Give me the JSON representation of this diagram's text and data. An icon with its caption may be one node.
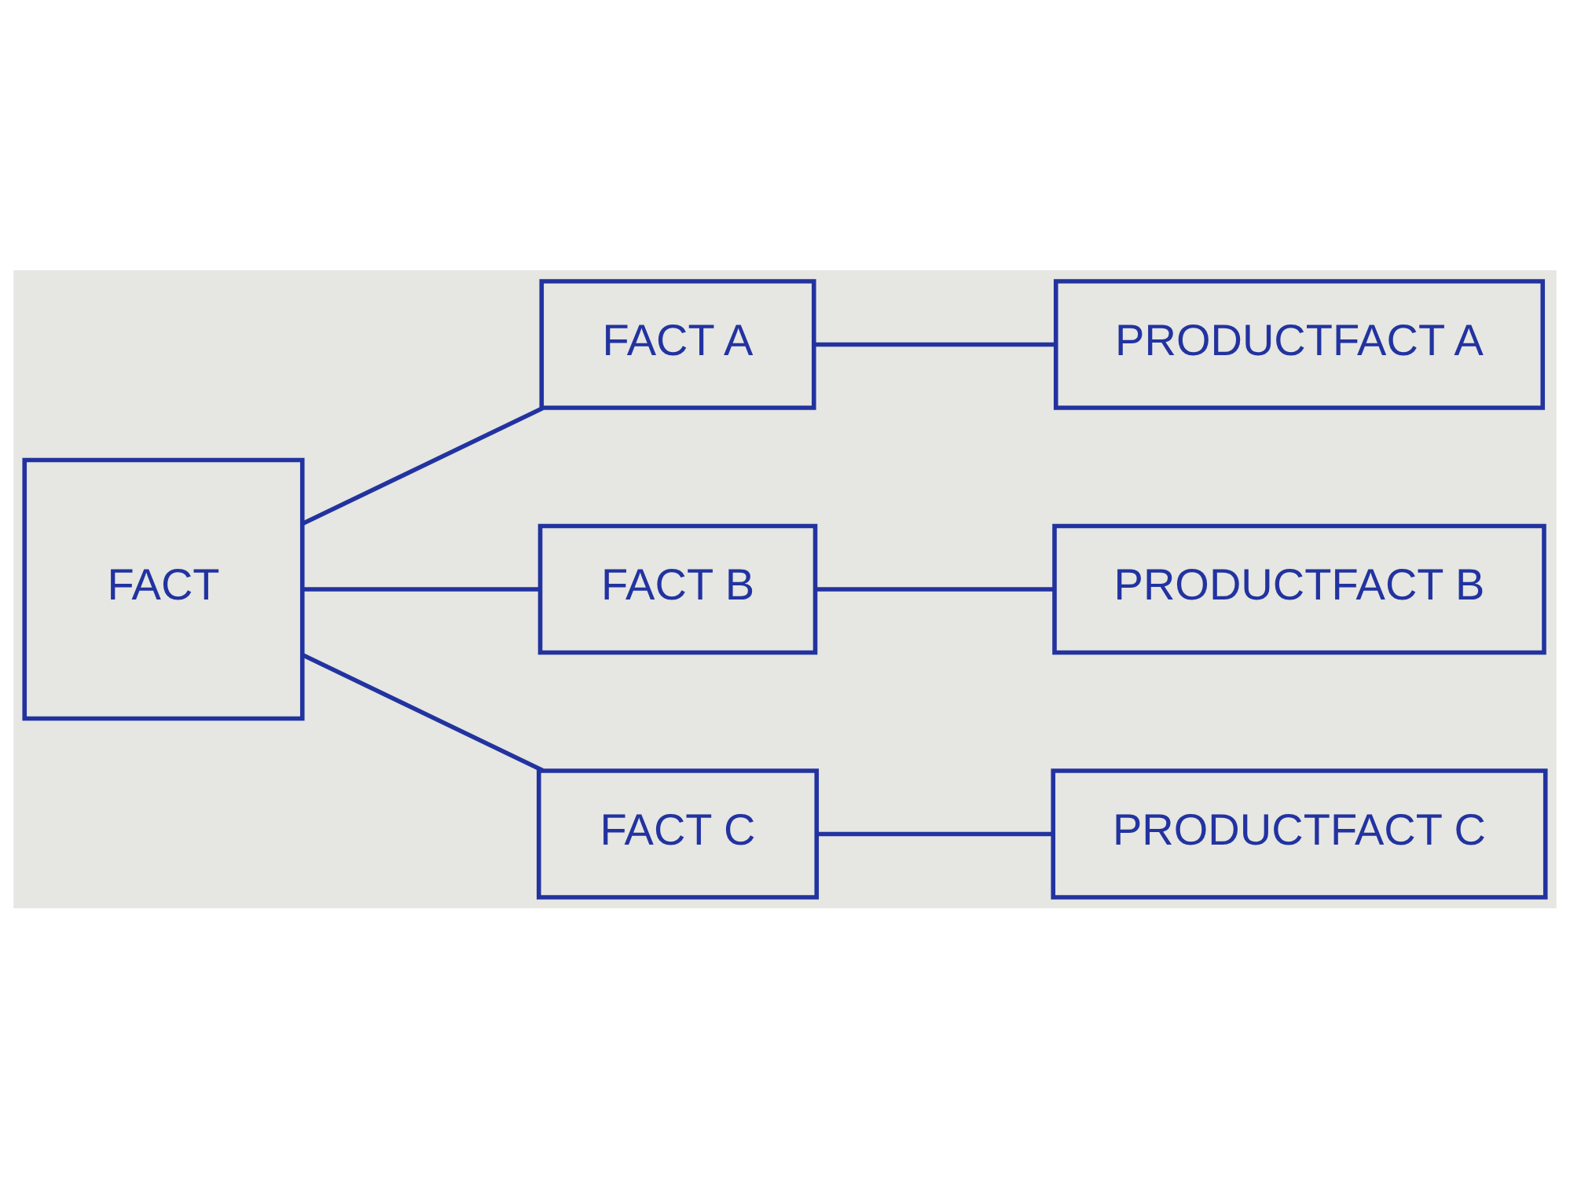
{
  "diagram": {
    "nodes": [
      {
        "text": [
          "FACT"
        ]
      },
      {
        "text": [
          "FACT A"
        ]
      },
      {
        "text": [
          "FACT B"
        ]
      },
      {
        "text": [
          "FACT C"
        ]
      },
      {
        "text": [
          "PRODUCTFACT A"
        ]
      },
      {
        "text": [
          "PRODUCTFACT B"
        ]
      },
      {
        "text": [
          "PRODUCTFACT C"
        ]
      }
    ],
    "edges": [
      {
        "from": 0,
        "to": 1,
        "arrow": "none"
      },
      {
        "from": 0,
        "to": 2,
        "arrow": "none"
      },
      {
        "from": 0,
        "to": 3,
        "arrow": "none"
      },
      {
        "from": 1,
        "to": 4,
        "arrow": "none"
      },
      {
        "from": 2,
        "to": 5,
        "arrow": "none"
      },
      {
        "from": 3,
        "to": 6,
        "arrow": "none"
      }
    ]
  }
}
